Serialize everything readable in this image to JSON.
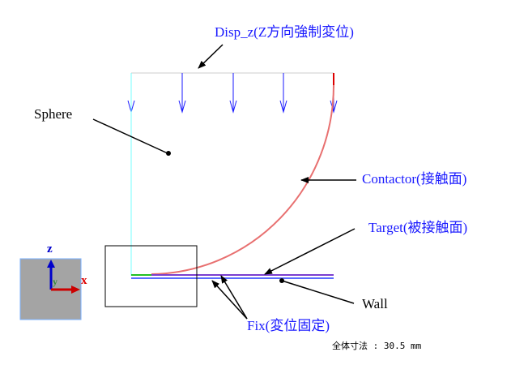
{
  "labels": {
    "disp_z": "Disp_z(Z方向強制変位)",
    "sphere": "Sphere",
    "contactor": "Contactor(接触面)",
    "target": "Target(被接触面)",
    "wall": "Wall",
    "fix": "Fix(変位固定)"
  },
  "triad": {
    "z": "z",
    "x": "x",
    "y": "y"
  },
  "dimension": "全体寸法 : 30.5 mm",
  "colors": {
    "label_blue": "#1a1aff",
    "contact": "#e87070",
    "target": "#7a3fd0",
    "wall": "#5a6cff",
    "fix": "#22c022",
    "symmetry": "#7ff",
    "triad_bg": "#a4a4a4"
  }
}
